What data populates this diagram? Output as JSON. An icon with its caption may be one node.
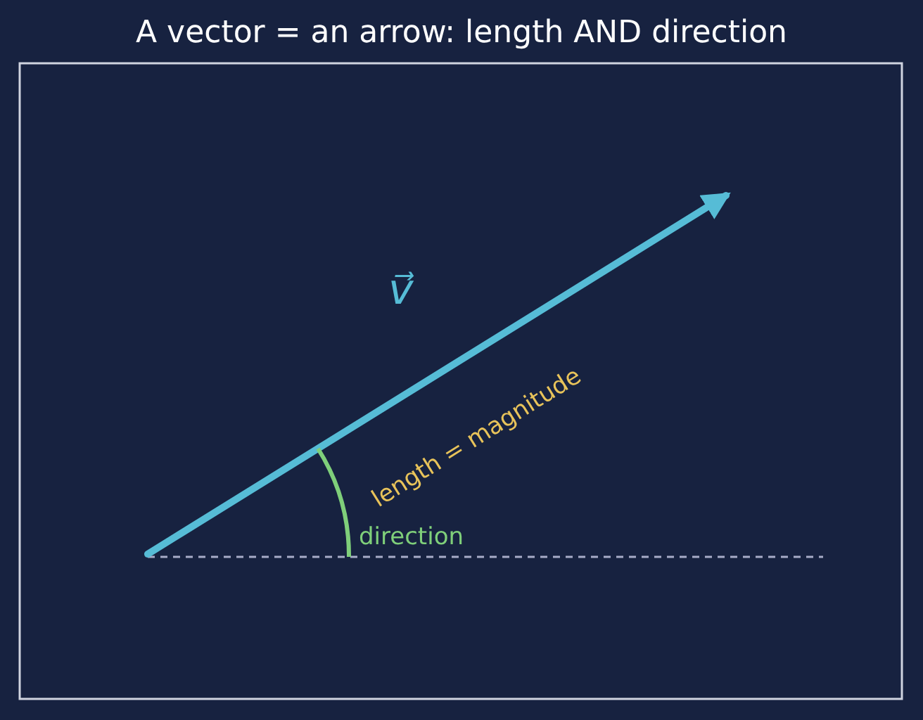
{
  "diagram": {
    "title": "A vector = an arrow: length AND direction",
    "labels": [
      "v⃗",
      "length = magnitude",
      "direction"
    ]
  }
}
